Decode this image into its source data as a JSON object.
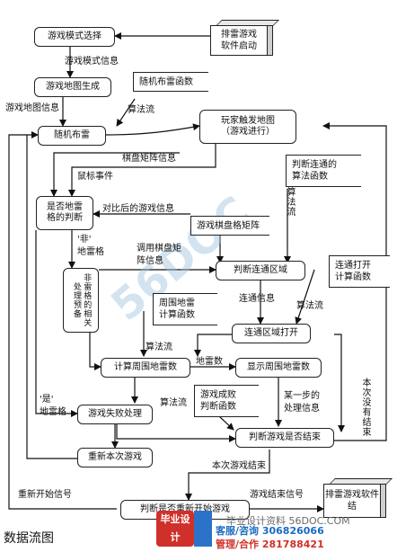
{
  "nodes": {
    "mode_select": "游戏模式选择",
    "map_gen": "游戏地图生成",
    "random_mine": "随机布雷",
    "player_trigger": "玩家触发地图\n（游戏进行）",
    "is_mine_judge": "是否地雷\n格的判断",
    "non_mine_handle": "非雷格的相关处理预备",
    "judge_connected": "判断连通区域",
    "connected_open": "连通区域打开",
    "count_mines": "计算周围地雷数",
    "show_mines": "显示周围地雷数",
    "game_fail": "游戏失败处理",
    "restart_game": "重新本次游戏",
    "judge_game_end": "判断游戏是否结束",
    "judge_restart": "判断是否重新开始游戏"
  },
  "externals": {
    "ranking_start": "排雷游戏\n软件启动",
    "ranking_end": "排雷游戏软件结"
  },
  "stores": {
    "random_layout_func": "随机布雷函数",
    "judge_connected_func": "判断连通的\n算法函数",
    "board_matrix": "游戏棋盘格矩阵",
    "connected_open_func": "连通打开\n计算函数",
    "around_mine_func": "周围地雷\n计算函数",
    "win_lose_func": "游戏成败\n判断函数"
  },
  "flows": {
    "mode_info": "游戏模式信息",
    "map_info": "游戏地图信息",
    "algo_1": "算法流",
    "board_matrix_info": "棋盘矩阵信息",
    "mouse_event": "鼠标事件",
    "algo_2": "算法流",
    "compared_info": "对比后的游戏信息",
    "non_mine": "'非'\n地雷格",
    "call_board_info": "调用棋盘矩\n阵信息",
    "connected_info": "连通信息",
    "algo_3": "算法流",
    "algo_4": "算法流",
    "mine_count": "地雷数",
    "yes_mine": "'是'\n地雷格",
    "algo_5": "算法流",
    "next_step": "某一步的\n处理信息",
    "not_over": "本次没有结束",
    "game_over": "本次游戏结束",
    "end_signal": "游戏结束信号",
    "restart_signal": "重新开始信号"
  },
  "footer": {
    "caption": "数据流图",
    "logo": "毕业设计",
    "banner": "毕业设计资料 56DOC.COM",
    "contact_1": "客服/咨询 306826066",
    "contact_2": "管理/合作 281788421"
  },
  "watermark": "56DOC"
}
